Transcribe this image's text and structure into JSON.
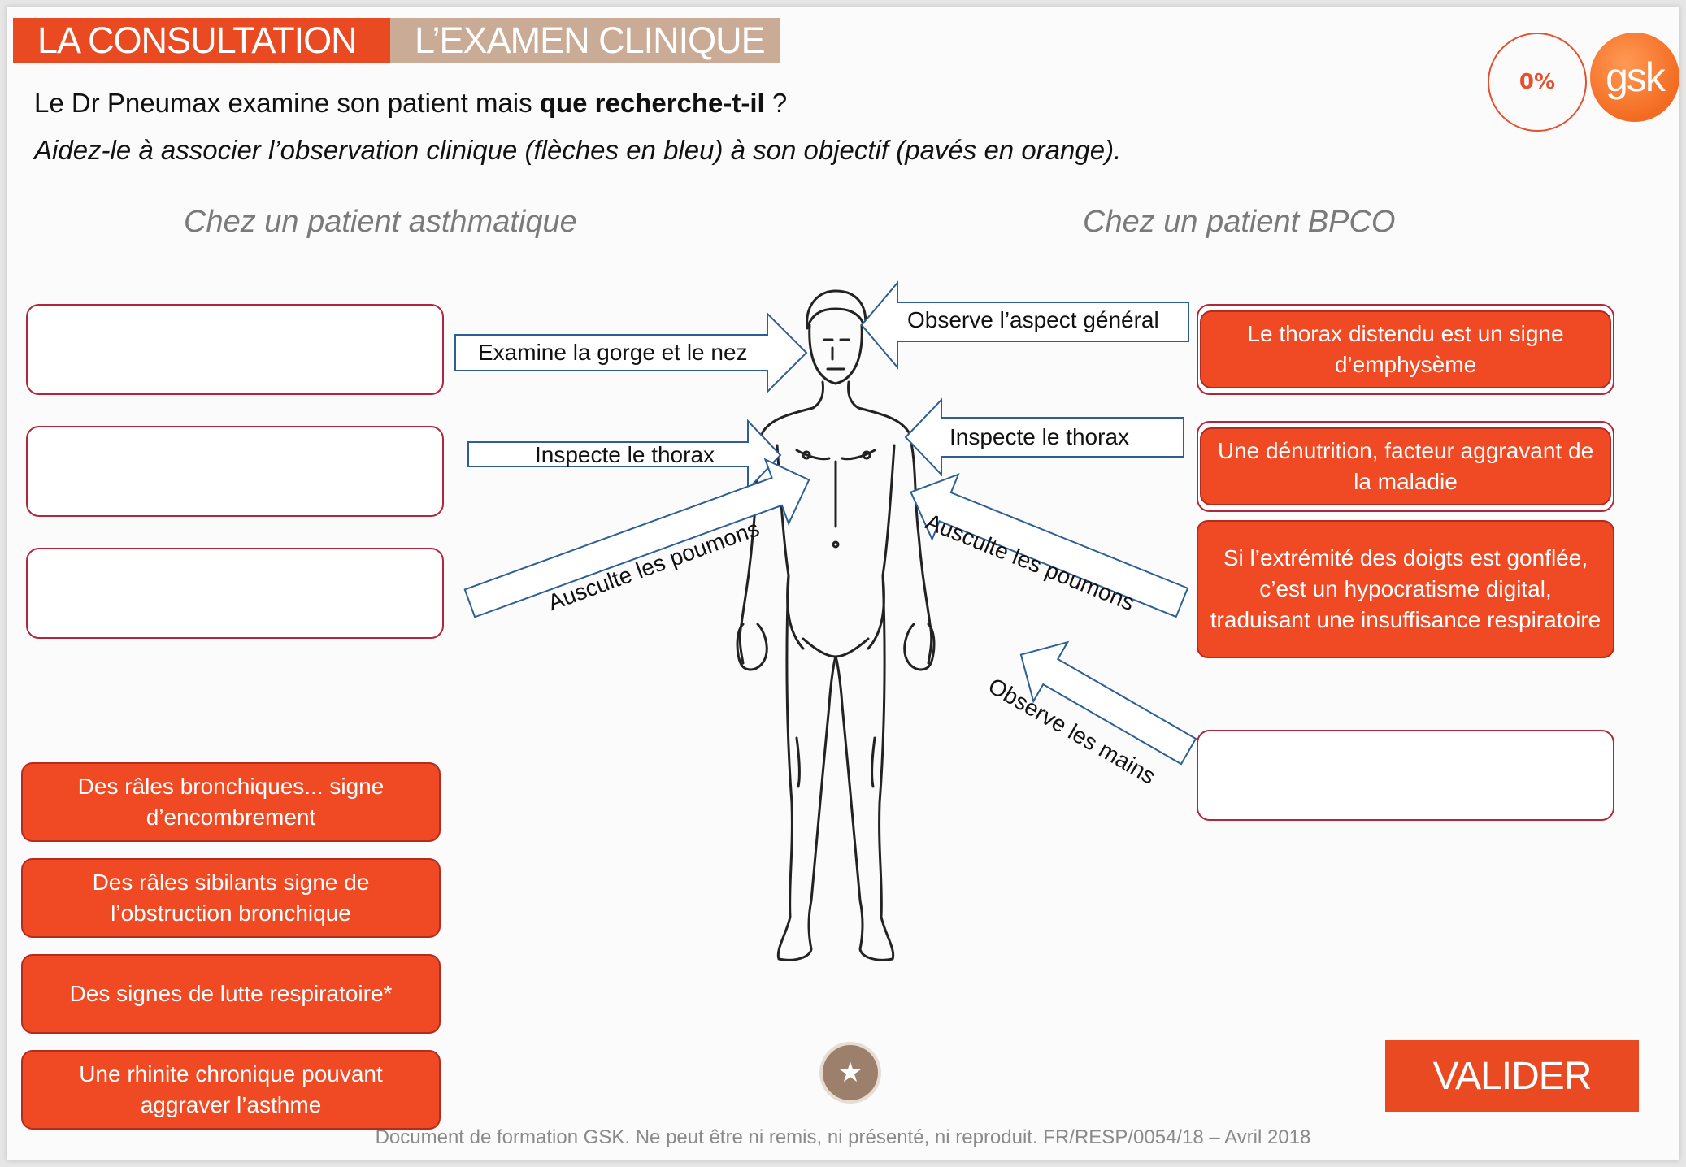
{
  "tabs": [
    {
      "label": "LA CONSULTATION"
    },
    {
      "label": "L’EXAMEN CLINIQUE"
    }
  ],
  "question": {
    "line1_prefix": "Le Dr Pneumax examine son patient mais ",
    "line1_bold": "que recherche-t-il",
    "line1_suffix": " ?",
    "line2": "Aidez-le à associer l’observation clinique (flèches en bleu) à son objectif (pavés en orange)."
  },
  "progress": {
    "label": "0%"
  },
  "logo": {
    "text": "gsk"
  },
  "columns": {
    "left_title": "Chez un patient asthmatique",
    "right_title": "Chez un patient BPCO"
  },
  "arrows": {
    "left": [
      {
        "label": "Examine la gorge et le nez"
      },
      {
        "label": "Inspecte le thorax"
      },
      {
        "label": "Ausculte les poumons"
      }
    ],
    "right": [
      {
        "label": "Observe l’aspect général"
      },
      {
        "label": "Inspecte le thorax"
      },
      {
        "label": "Ausculte les poumons"
      },
      {
        "label": "Observe les mains"
      }
    ]
  },
  "right_cards": [
    {
      "text": "Le thorax distendu est un signe d’emphysème"
    },
    {
      "text": "Une dénutrition, facteur aggravant de la maladie"
    },
    {
      "text": "Si l’extrémité des doigts est gonflée, c’est un hypocratisme digital, traduisant une insuffisance respiratoire"
    }
  ],
  "left_cards": [
    {
      "text": "Des râles bronchiques... signe d’encombrement"
    },
    {
      "text": "Des râles sibilants signe de l’obstruction bronchique"
    },
    {
      "text": "Des signes de lutte respiratoire*"
    },
    {
      "text": "Une rhinite chronique pouvant aggraver l’asthme"
    }
  ],
  "buttons": {
    "star": "★",
    "validate": "VALIDER"
  },
  "footer": "Document de formation GSK. Ne peut être ni remis, ni présenté, ni reproduit. FR/RESP/0054/18 – Avril 2018",
  "colors": {
    "accent": "#ea4a22",
    "tab_secondary": "#c9ab96",
    "arrow_border": "#2e5f94",
    "dropzone_border": "#b2263a"
  }
}
